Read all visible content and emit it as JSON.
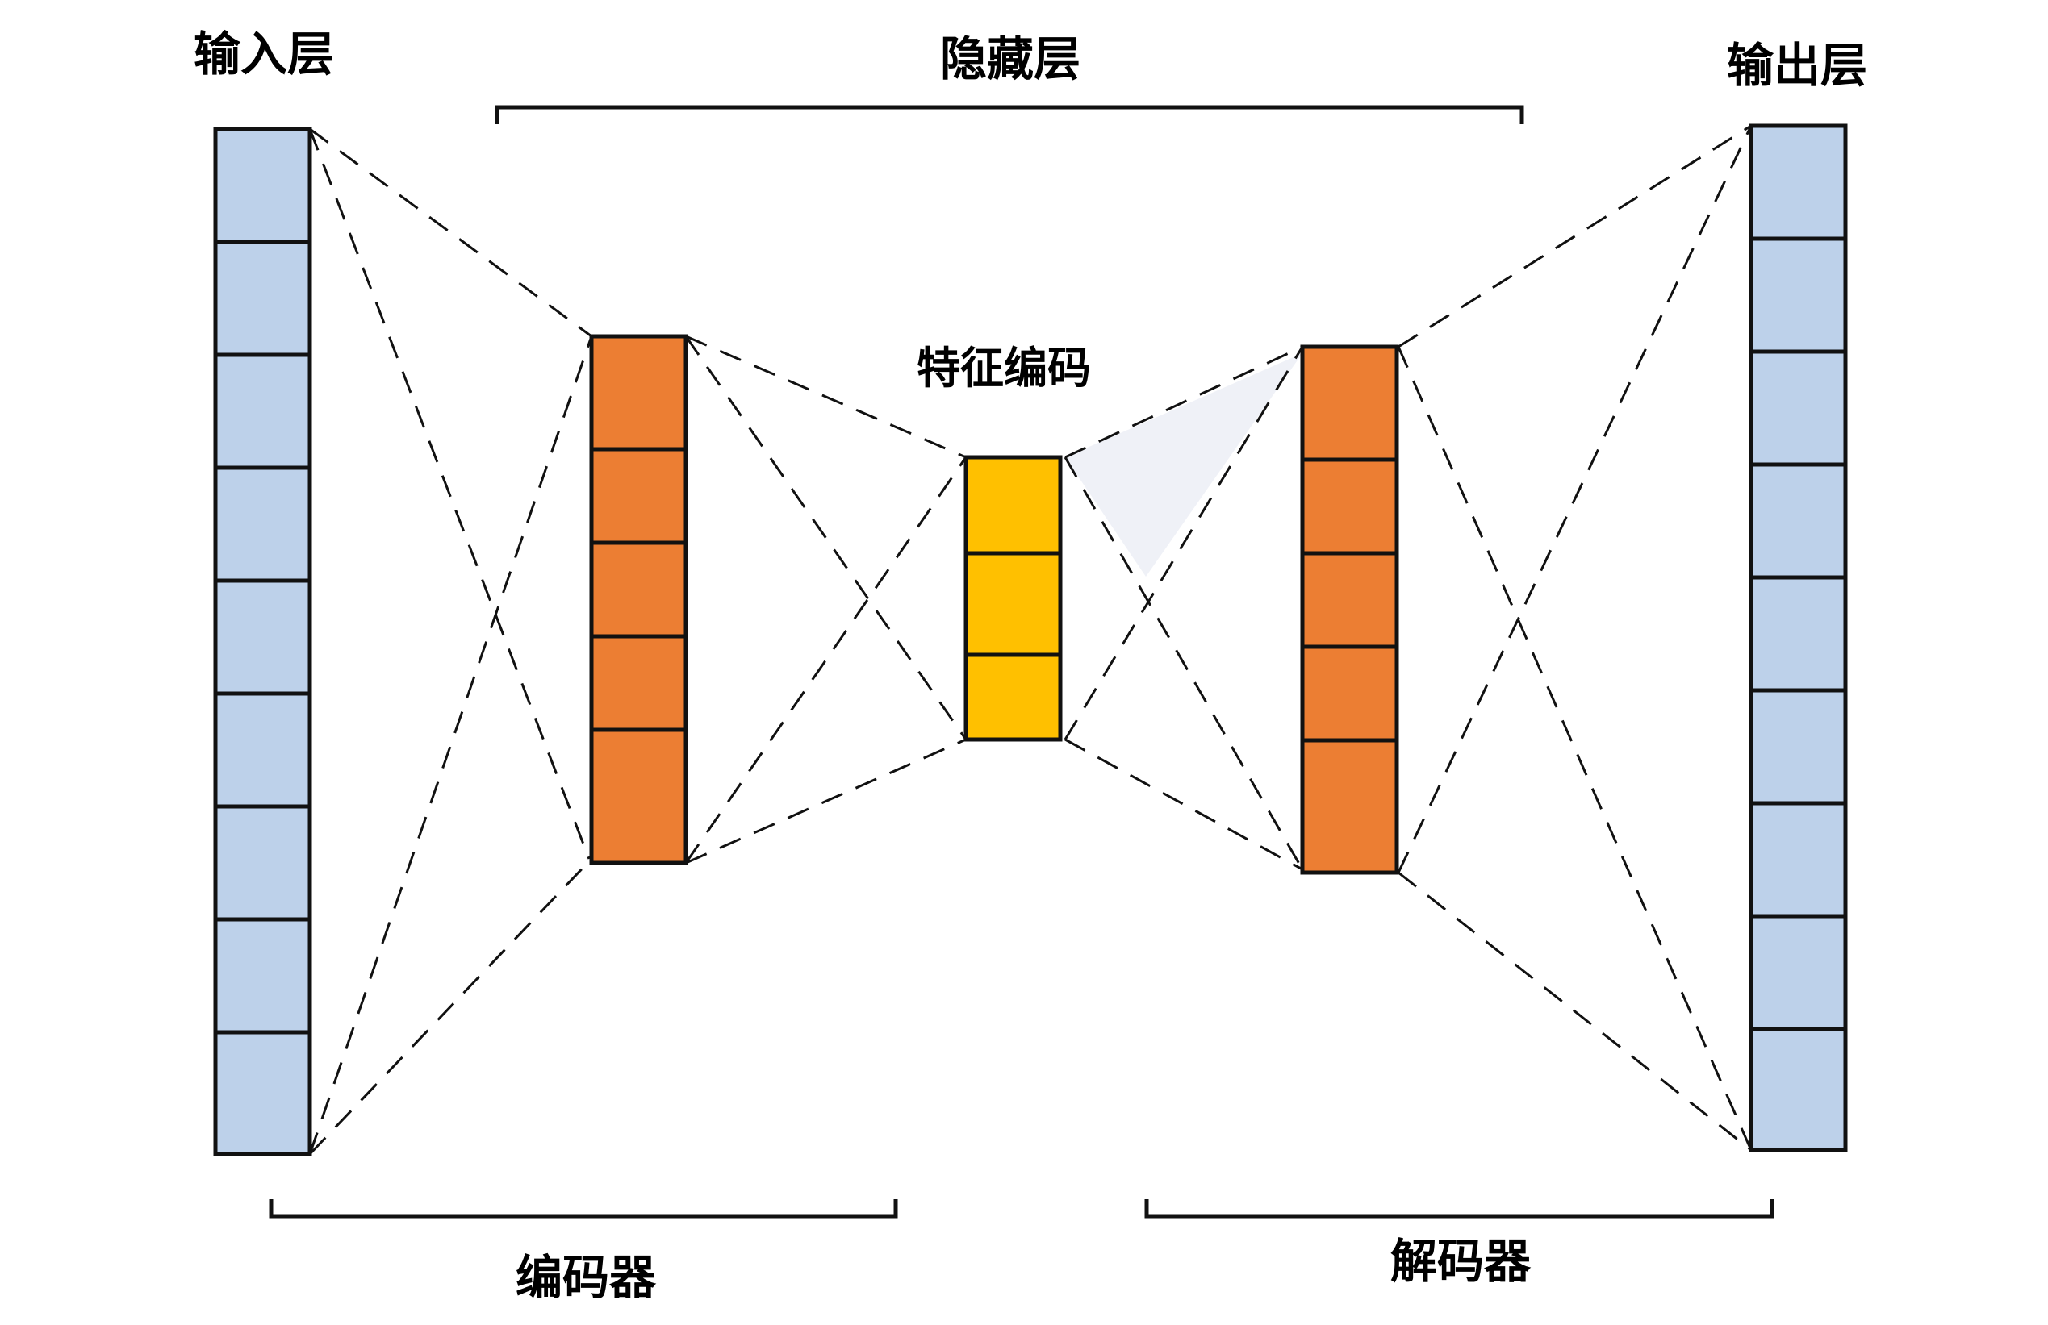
{
  "labels": {
    "input_layer": "输入层",
    "hidden_layer": "隐藏层",
    "output_layer": "输出层",
    "feature_code": "特征编码",
    "encoder": "编码器",
    "decoder": "解码器"
  },
  "layers": {
    "input_cells": 9,
    "encoder_hidden_cells": 5,
    "code_cells": 3,
    "decoder_hidden_cells": 5,
    "output_cells": 9
  },
  "colors": {
    "input_output_fill": "#bdd1ea",
    "hidden_fill": "#ec7e33",
    "code_fill": "#ffc000",
    "stroke": "#111111",
    "shade": "#e8eaf5"
  }
}
